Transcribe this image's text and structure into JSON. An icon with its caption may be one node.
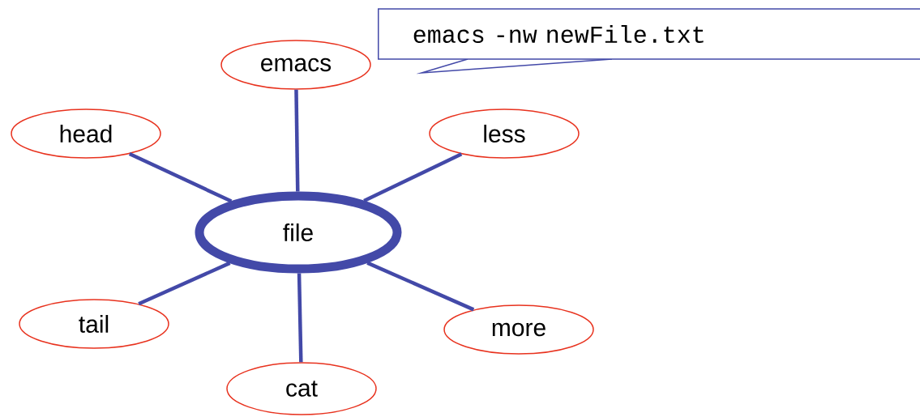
{
  "diagram": {
    "nodes": [
      {
        "text": [
          "file"
        ]
      },
      {
        "text": [
          "emacs"
        ]
      },
      {
        "text": [
          "head"
        ]
      },
      {
        "text": [
          "less"
        ]
      },
      {
        "text": [
          "tail"
        ]
      },
      {
        "text": [
          "more"
        ]
      },
      {
        "text": [
          "cat"
        ]
      },
      {
        "text": [
          "emacs -nw newFile.txt"
        ]
      }
    ],
    "edges": [
      {
        "from": 0,
        "to": 1,
        "arrow": "none"
      },
      {
        "from": 0,
        "to": 2,
        "arrow": "none"
      },
      {
        "from": 0,
        "to": 3,
        "arrow": "none"
      },
      {
        "from": 0,
        "to": 4,
        "arrow": "none"
      },
      {
        "from": 0,
        "to": 5,
        "arrow": "none"
      },
      {
        "from": 0,
        "to": 6,
        "arrow": "none"
      }
    ]
  }
}
